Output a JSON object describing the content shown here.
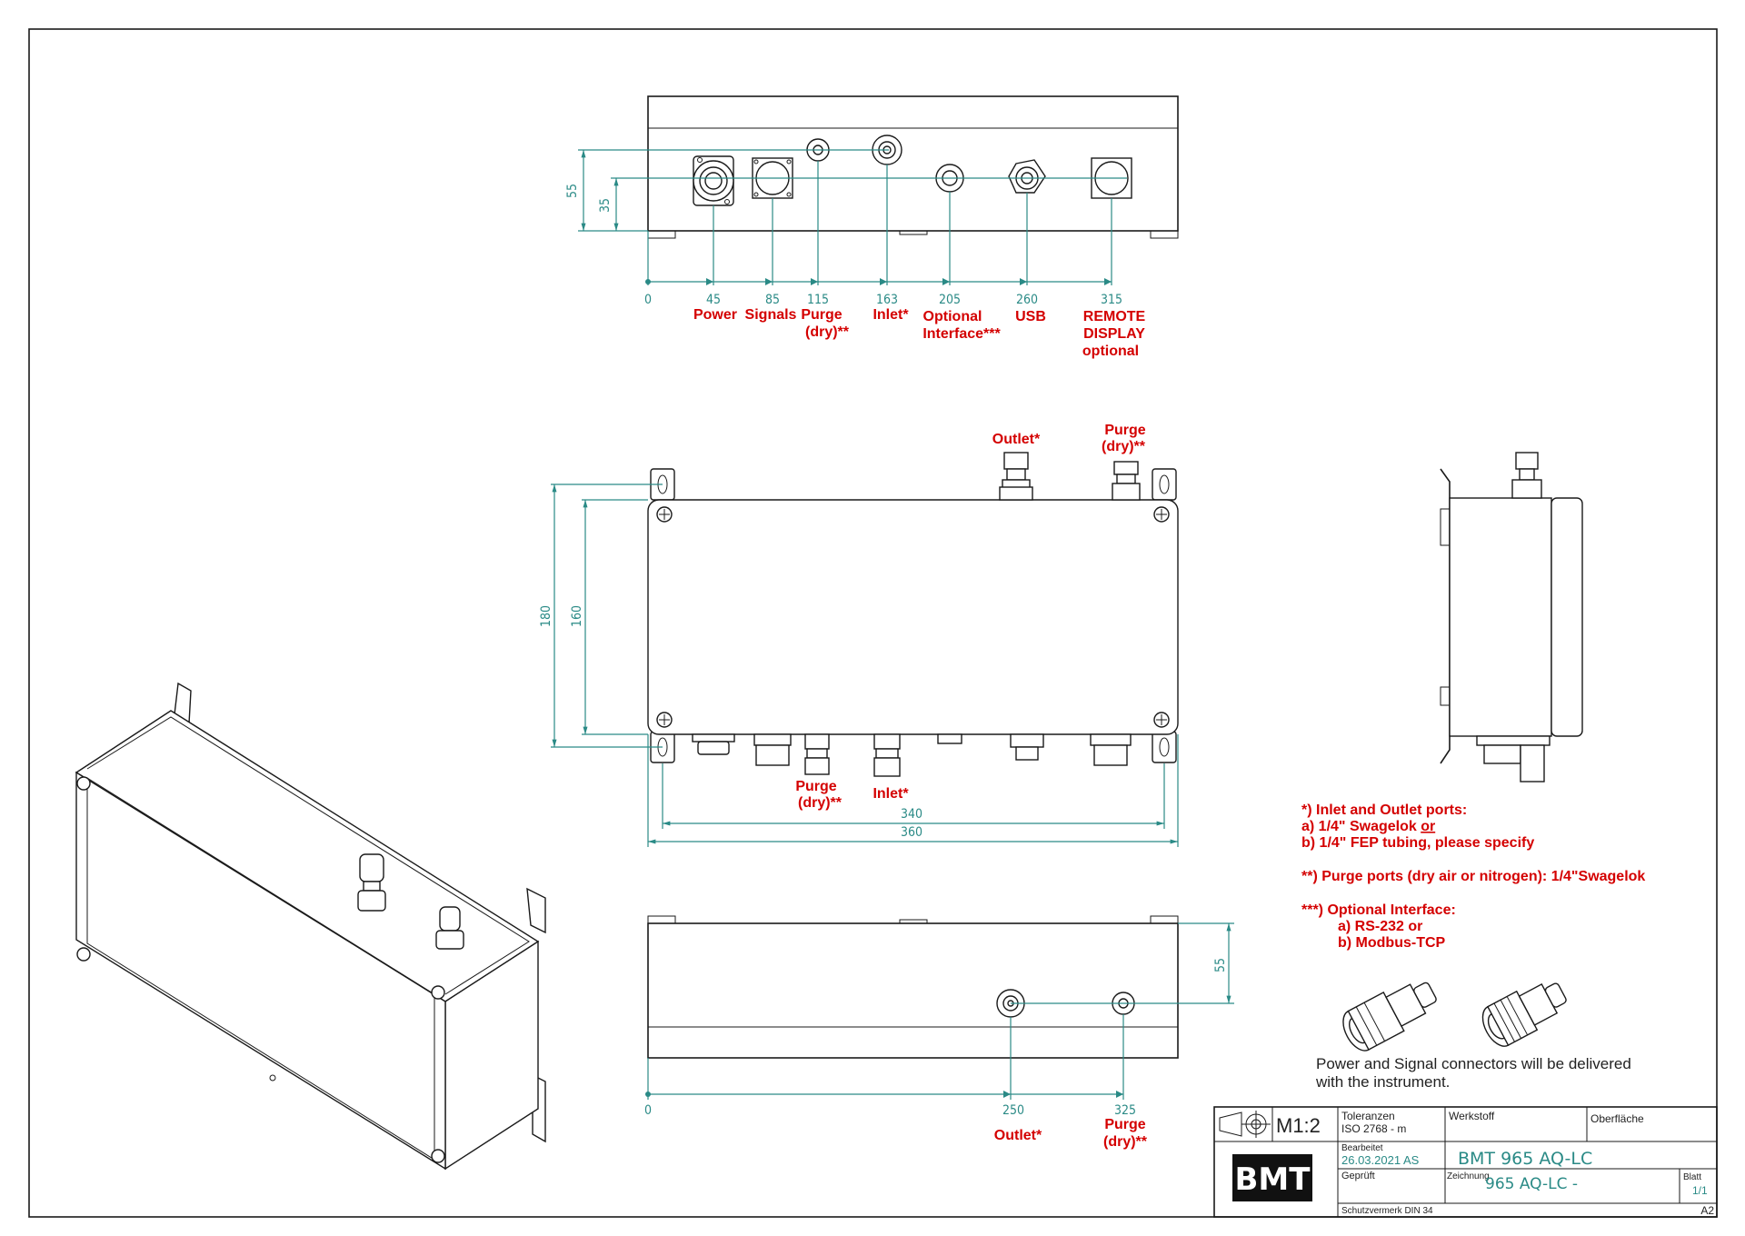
{
  "front_view": {
    "dims": {
      "h55": "55",
      "h35": "35"
    },
    "positions": [
      "0",
      "45",
      "85",
      "115",
      "163",
      "205",
      "260",
      "315"
    ],
    "labels": {
      "power": "Power",
      "signals": "Signals",
      "purge_1": "Purge",
      "purge_2": "(dry)**",
      "inlet": "Inlet*",
      "optional_1": "Optional",
      "optional_2": "Interface***",
      "usb": "USB",
      "remote_1": "REMOTE",
      "remote_2": "DISPLAY",
      "remote_3": "optional"
    }
  },
  "top_view": {
    "dims": {
      "h180": "180",
      "h160": "160",
      "w340": "340",
      "w360": "360"
    },
    "labels": {
      "outlet": "Outlet*",
      "purge_top_1": "Purge",
      "purge_top_2": "(dry)**",
      "purge_bottom_1": "Purge",
      "purge_bottom_2": "(dry)**",
      "inlet": "Inlet*"
    }
  },
  "back_view": {
    "dims": {
      "h55": "55"
    },
    "positions": [
      "0",
      "250",
      "325"
    ],
    "labels": {
      "outlet": "Outlet*",
      "purge_1": "Purge",
      "purge_2": "(dry)**"
    }
  },
  "notes": {
    "n1_title": "*) Inlet and Outlet ports:",
    "n1_a_prefix": "a) 1/4\" Swagelok ",
    "n1_a_or": "or",
    "n1_b": "b) 1/4\" FEP tubing, please specify",
    "n2": "**) Purge ports (dry air or nitrogen): 1/4\"Swagelok",
    "n3_title": "***) Optional Interface:",
    "n3_a": "a) RS-232 or",
    "n3_b": "b) Modbus-TCP",
    "connector_1": "Power and Signal connectors will be delivered",
    "connector_2": "with the instrument."
  },
  "title_block": {
    "scale": "M1:2",
    "tolerances_label": "Toleranzen",
    "tolerances_value": "ISO 2768 - m",
    "material_label": "Werkstoff",
    "surface_label": "Oberfläche",
    "edited_label": "Bearbeitet",
    "edited_value": "26.03.2021 AS",
    "title": "BMT 965 AQ-LC",
    "checked_label": "Geprüft",
    "drawing_label": "Zeichnung",
    "drawing_value": "965 AQ-LC -",
    "sheet_label": "Blatt",
    "sheet_value": "1/1",
    "protection": "Schutzvermerk DIN 34",
    "format": "A2",
    "logo": "BMT"
  }
}
